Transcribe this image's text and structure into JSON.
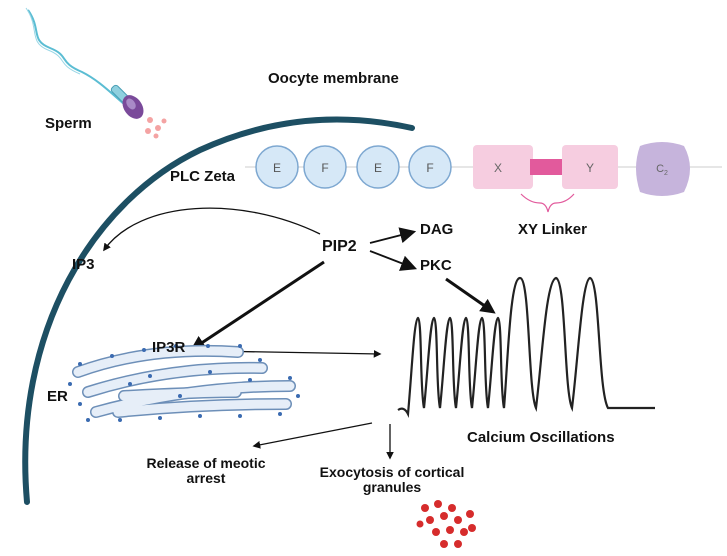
{
  "labels": {
    "sperm": "Sperm",
    "oocyte_membrane": "Oocyte  membrane",
    "plc_zeta": "PLC Zeta",
    "xy_linker": "XY Linker",
    "ip3": "IP3",
    "pip2": "PIP2",
    "dag": "DAG",
    "pkc": "PKC",
    "ip3r": "IP3R",
    "er": "ER",
    "calcium_oscillations": "Calcium  Oscillations",
    "release_meiotic_line1": "Release of meotic",
    "release_meiotic_line2": "arrest",
    "exocytosis_line1": "Exocytosis of cortical",
    "exocytosis_line2": "granules"
  },
  "plc_domains": {
    "ef_hands": [
      "E",
      "F",
      "E",
      "F"
    ],
    "x": "X",
    "y": "Y",
    "c2": "C",
    "c2_sub": "2"
  },
  "colors": {
    "membrane": "#1d4f63",
    "ef_domain": "#d6e8f7",
    "xy_domain": "#f6cde0",
    "linker": "#e25a9c",
    "c2_domain": "#c6b4dc",
    "er": "#b8cde4",
    "er_dots": "#3b6bb1",
    "granules": "#d62c2c",
    "sperm_tail": "#5bbdd3",
    "sperm_head": "#7a4a9a"
  },
  "icons": [
    "sperm-icon",
    "endoplasmic-reticulum-icon",
    "cortical-granules-icon"
  ]
}
